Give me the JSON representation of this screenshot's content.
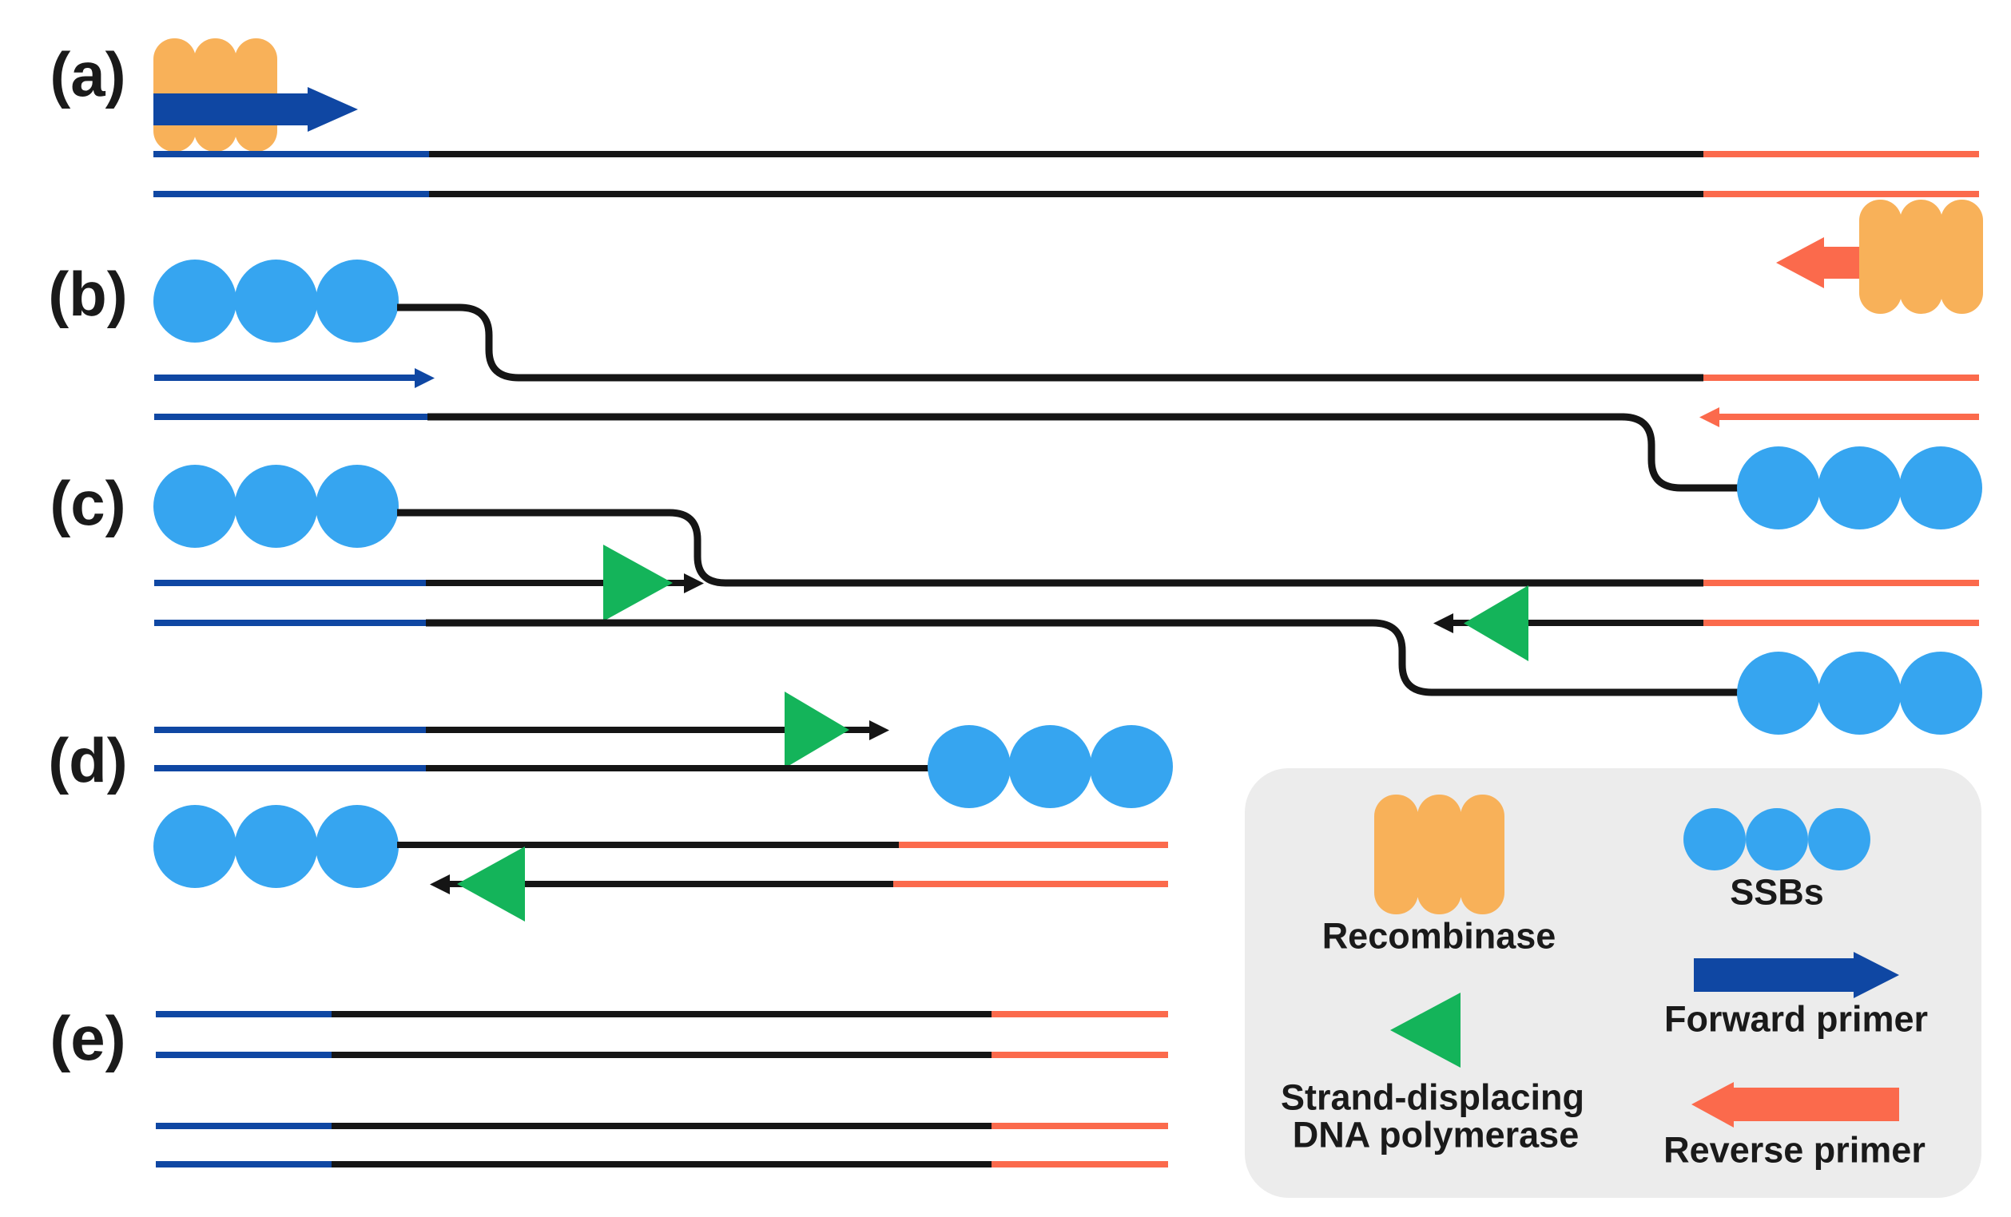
{
  "panels": {
    "a": "(a)",
    "b": "(b)",
    "c": "(c)",
    "d": "(d)",
    "e": "(e)"
  },
  "legend": {
    "recombinase": "Recombinase",
    "ssbs": "SSBs",
    "forward_primer": "Forward primer",
    "polymerase_line1": "Strand-displacing",
    "polymerase_line2": "DNA polymerase",
    "reverse_primer": "Reverse primer"
  },
  "colors": {
    "black": "#151515",
    "darkblue": "#0F47A3",
    "lightblue": "#36A5F0",
    "salmon": "#FB6A4C",
    "orange": "#F8B159",
    "green": "#14B45A",
    "legendbg": "#ECECEC",
    "textcolor": "#1A1A1A"
  }
}
